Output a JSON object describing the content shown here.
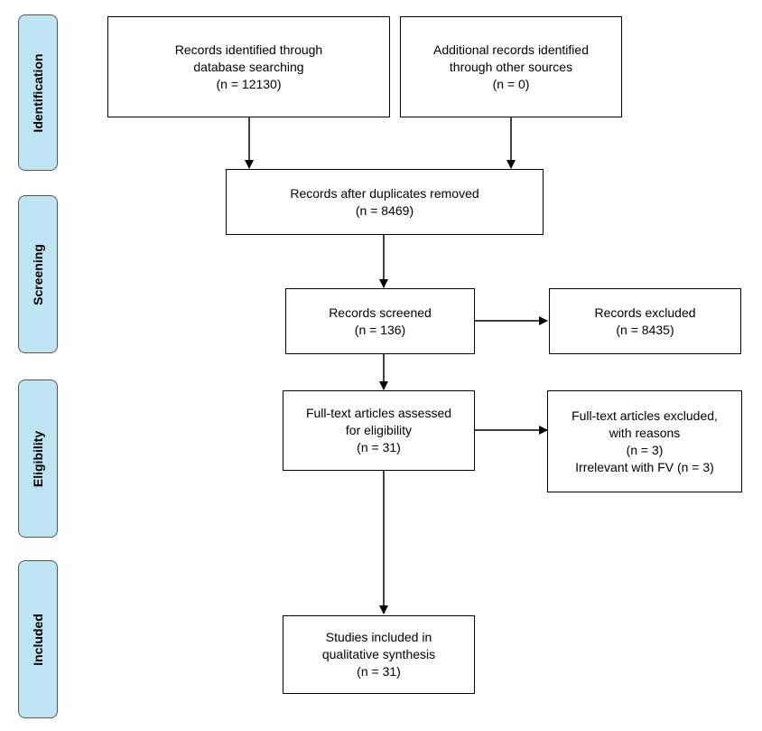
{
  "stages": [
    {
      "id": "identification",
      "label": "Identification"
    },
    {
      "id": "screening",
      "label": "Screening"
    },
    {
      "id": "eligibility",
      "label": "Eligibility"
    },
    {
      "id": "included",
      "label": "Included"
    }
  ],
  "boxes": {
    "db_search": {
      "line1": "Records identified through",
      "line2": "database searching",
      "count": "(n = 12130)"
    },
    "other_sources": {
      "line1": "Additional records identified",
      "line2": "through other sources",
      "count": "(n = 0)"
    },
    "dedup": {
      "line1": "Records after duplicates removed",
      "count": "(n = 8469)"
    },
    "screened": {
      "line1": "Records screened",
      "count": "(n = 136)"
    },
    "excluded": {
      "line1": "Records excluded",
      "count": "(n = 8435)"
    },
    "fulltext": {
      "line1": "Full-text articles assessed",
      "line2": "for eligibility",
      "count": "(n = 31)"
    },
    "fulltext_excluded": {
      "line1": "Full-text articles excluded,",
      "line2": "with reasons",
      "count": "(n = 3)",
      "reason": "Irrelevant with FV (n = 3)"
    },
    "included": {
      "line1": "Studies included in",
      "line2": "qualitative synthesis",
      "count": "(n = 31)"
    }
  }
}
